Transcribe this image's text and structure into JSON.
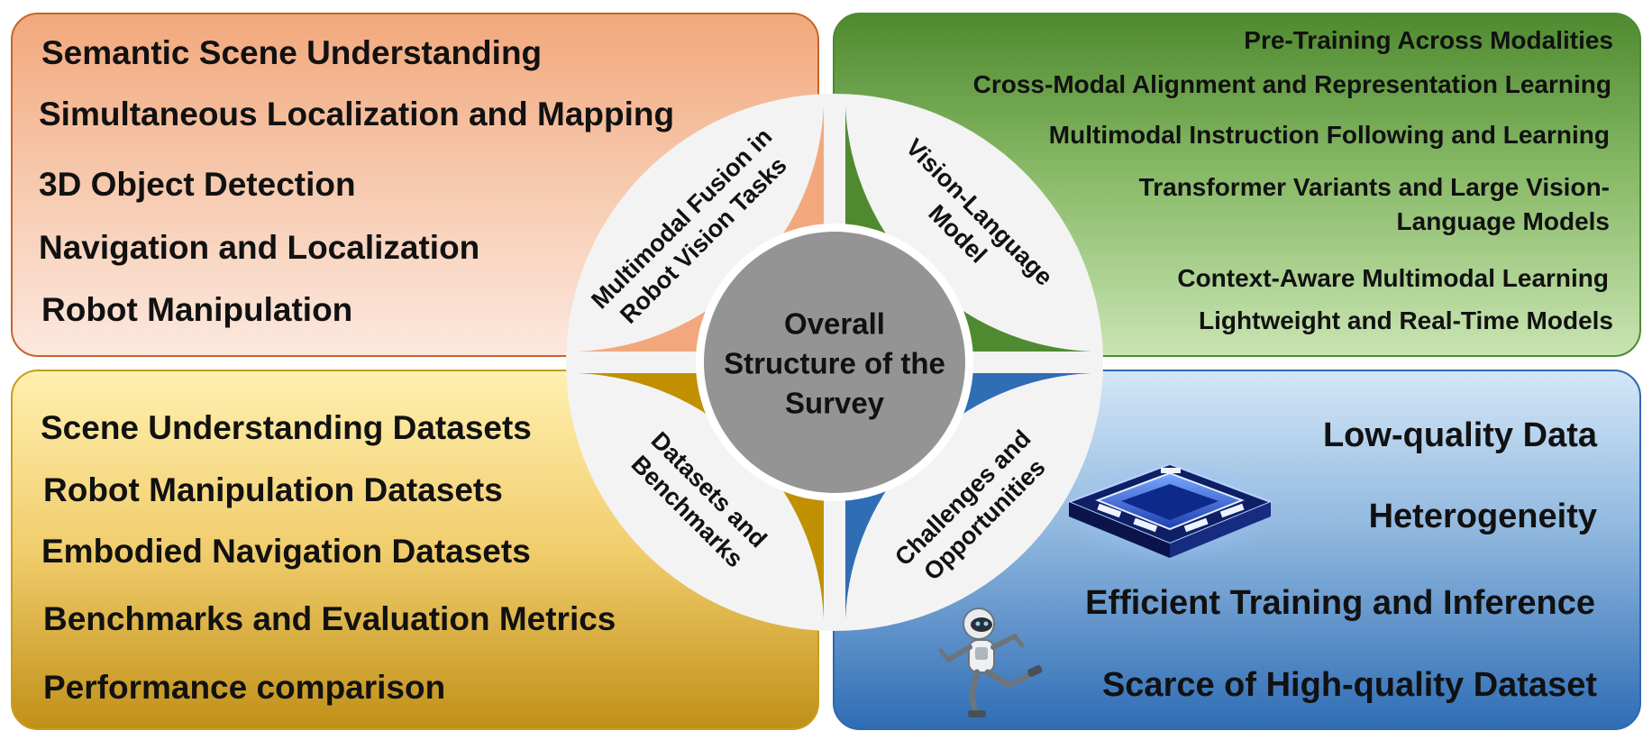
{
  "center": {
    "title_lines": [
      "Overall",
      "Structure of the",
      "Survey"
    ]
  },
  "quadrants": {
    "top_left": {
      "ring_label_lines": [
        "Multimodal Fusion in",
        "Robot Vision Tasks"
      ],
      "color": "#f2a87c",
      "items": [
        "Semantic Scene Understanding",
        "Simultaneous Localization and Mapping",
        "3D Object Detection",
        "Navigation and Localization",
        "Robot Manipulation"
      ]
    },
    "top_right": {
      "ring_label_lines": [
        "Vision-Language",
        "Model"
      ],
      "color": "#4f8a30",
      "items": [
        "Pre-Training Across Modalities",
        "Cross-Modal Alignment and Representation Learning",
        "Multimodal Instruction Following and Learning",
        "Transformer Variants and Large Vision-Language Models",
        "Context-Aware Multimodal Learning",
        "Lightweight and Real-Time Models"
      ]
    },
    "bottom_left": {
      "ring_label_lines": [
        "Datasets and",
        "Benchmarks"
      ],
      "color": "#c09000",
      "items": [
        "Scene Understanding Datasets",
        "Robot Manipulation Datasets",
        "Embodied Navigation Datasets",
        "Benchmarks and Evaluation Metrics",
        "Performance comparison"
      ]
    },
    "bottom_right": {
      "ring_label_lines": [
        "Challenges and",
        "Opportunities"
      ],
      "color": "#2f6db5",
      "items": [
        "Low-quality Data",
        "Heterogeneity",
        "Efficient Training and Inference",
        "Scarce of High-quality Dataset"
      ]
    }
  },
  "icons": {
    "chip": "processor-chip-icon",
    "robot": "running-robot-icon"
  }
}
